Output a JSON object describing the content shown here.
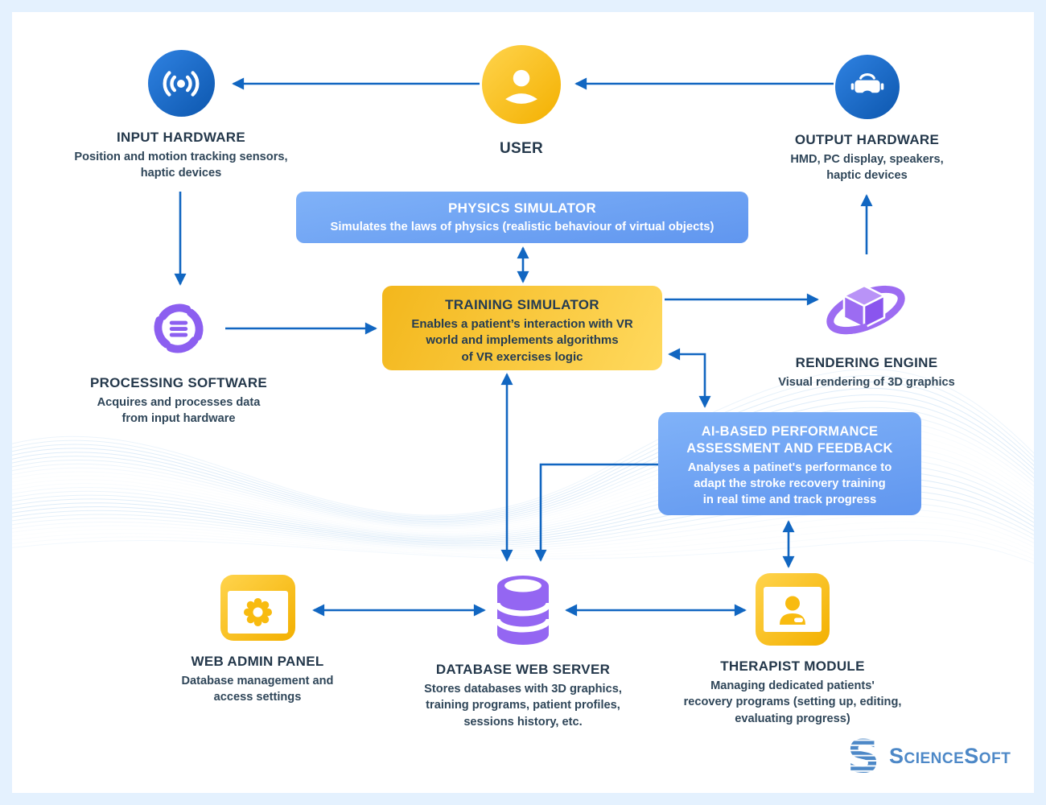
{
  "colors": {
    "arrow_blue": "#1166c1",
    "icon_blue_from": "#2f82e2",
    "icon_blue_to": "#0d57ae",
    "gold_from": "#f3b71c",
    "gold_to": "#ffd95e",
    "purple": "#8c5ff0",
    "box_blue_from": "#80b2f8",
    "box_blue_to": "#6096ef",
    "text_dark": "#24384b",
    "logo_blue": "#4d88c7",
    "frame_blue": "#e4f1fe"
  },
  "nodes": {
    "user": {
      "title": "USER"
    },
    "input_hardware": {
      "title": "INPUT HARDWARE",
      "subtitle": "Position and motion tracking sensors,\nhaptic devices"
    },
    "output_hardware": {
      "title": "OUTPUT HARDWARE",
      "subtitle": "HMD, PC display, speakers,\nhaptic devices"
    },
    "physics_simulator": {
      "title": "PHYSICS SIMULATOR",
      "body": "Simulates the laws of physics (realistic behaviour of virtual objects)"
    },
    "training_simulator": {
      "title": "TRAINING SIMULATOR",
      "body": "Enables a patient’s interaction with VR\nworld and implements algorithms\nof VR exercises logic"
    },
    "processing_software": {
      "title": "PROCESSING SOFTWARE",
      "subtitle": "Acquires and processes data\nfrom input hardware"
    },
    "rendering_engine": {
      "title": "RENDERING ENGINE",
      "subtitle": "Visual rendering of 3D graphics"
    },
    "ai_assessment": {
      "title": "AI-BASED PERFORMANCE\nASSESSMENT AND FEEDBACK",
      "body": "Analyses a patinet's performance to\nadapt the stroke recovery training\nin real time and track progress"
    },
    "web_admin_panel": {
      "title": "WEB ADMIN PANEL",
      "subtitle": "Database management and\naccess settings"
    },
    "database_web_server": {
      "title": "DATABASE WEB SERVER",
      "subtitle": "Stores databases with 3D graphics,\ntraining programs, patient profiles,\nsessions history, etc."
    },
    "therapist_module": {
      "title": "THERAPIST MODULE",
      "subtitle": "Managing dedicated patients'\nrecovery programs (setting up, editing,\nevaluating progress)"
    }
  },
  "brand": {
    "logo_text": "ScienceSoft"
  }
}
